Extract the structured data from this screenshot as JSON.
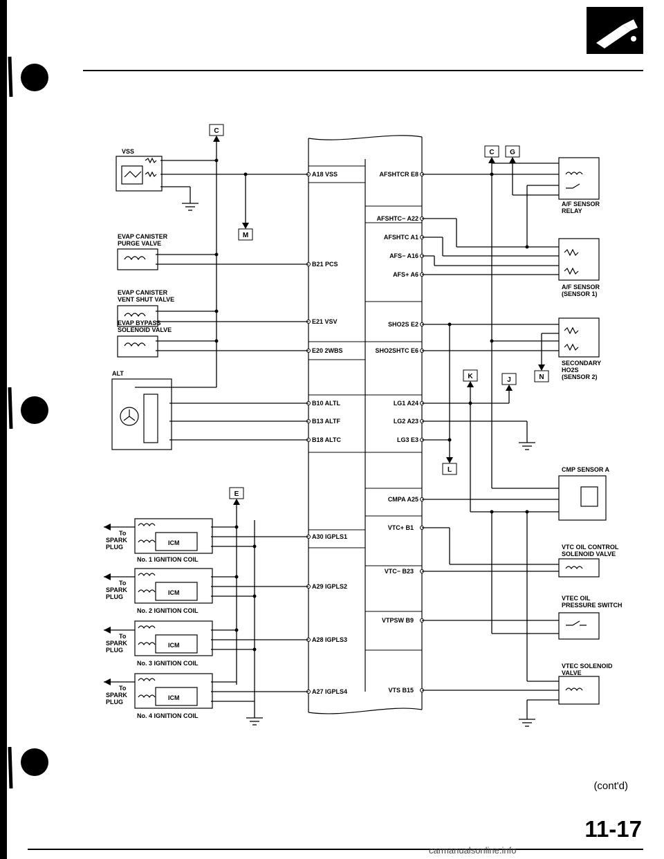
{
  "footer": {
    "contd": "(cont'd)",
    "page_number": "11-17",
    "watermark": "carmanualsonline.info"
  },
  "connectors": {
    "C": "C",
    "G": "G",
    "M": "M",
    "K": "K",
    "J": "J",
    "N": "N",
    "L": "L",
    "E": "E"
  },
  "components": {
    "vss": "VSS",
    "evap_purge_1": "EVAP CANISTER",
    "evap_purge_2": "PURGE VALVE",
    "evap_vent_1": "EVAP CANISTER",
    "evap_vent_2": "VENT SHUT VALVE",
    "evap_bypass_1": "EVAP BYPASS",
    "evap_bypass_2": "SOLENOID VALVE",
    "alt": "ALT",
    "af_relay_1": "A/F SENSOR",
    "af_relay_2": "RELAY",
    "af_sensor_1": "A/F SENSOR",
    "af_sensor_2": "(SENSOR 1)",
    "ho2s_1": "SECONDARY",
    "ho2s_2": "HO2S",
    "ho2s_3": "(SENSOR 2)",
    "cmp": "CMP SENSOR A",
    "vtc_1": "VTC OIL CONTROL",
    "vtc_2": "SOLENOID VALVE",
    "vtec_sw_1": "VTEC OIL",
    "vtec_sw_2": "PRESSURE SWITCH",
    "vtec_sol_1": "VTEC SOLENOID",
    "vtec_sol_2": "VALVE",
    "to": "To",
    "spark": "SPARK",
    "plug": "PLUG",
    "icm": "ICM",
    "coil1": "No. 1 IGNITION COIL",
    "coil2": "No. 2 IGNITION COIL",
    "coil3": "No. 3 IGNITION COIL",
    "coil4": "No. 4 IGNITION COIL"
  },
  "ecm_left_pins": [
    "A18 VSS",
    "B21 PCS",
    "E21 VSV",
    "E20 2WBS",
    "B10 ALTL",
    "B13 ALTF",
    "B18 ALTC",
    "A30 IGPLS1",
    "A29 IGPLS2",
    "A28 IGPLS3",
    "A27 IGPLS4"
  ],
  "ecm_right_pins": [
    "AFSHTCR E8",
    "AFSHTC− A22",
    "AFSHTC A1",
    "AFS− A16",
    "AFS+ A6",
    "SHO2S E2",
    "SHO2SHTC E6",
    "LG1 A24",
    "LG2 A23",
    "LG3 E3",
    "CMPA A25",
    "VTC+ B1",
    "VTC− B23",
    "VTPSW B9",
    "VTS B15"
  ],
  "colors": {
    "ink": "#000000",
    "paper": "#ffffff"
  },
  "icons": {
    "header_logo": "fuel-nozzle-icon"
  }
}
